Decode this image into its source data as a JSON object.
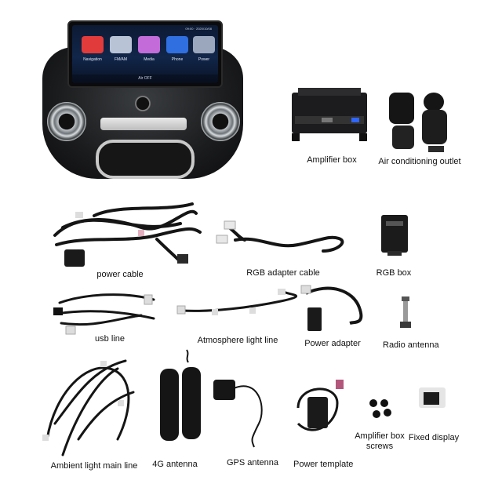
{
  "head_unit": {
    "status_time": "09:00 · 2020/10/08",
    "apps": [
      {
        "label": "Navigation",
        "color": "#e23b3b"
      },
      {
        "label": "FM/AM",
        "color": "#b8c3d6"
      },
      {
        "label": "Media",
        "color": "#c36bd9"
      },
      {
        "label": "Phone",
        "color": "#2f6fe0"
      },
      {
        "label": "Power",
        "color": "#9aa7bd"
      }
    ],
    "bottom_text": "Air OFF"
  },
  "items": {
    "amplifier_box": "Amplifier box",
    "air_outlet": "Air conditioning outlet",
    "power_cable": "power cable",
    "rgb_adapter_cable": "RGB adapter cable",
    "rgb_box": "RGB box",
    "usb_line": "usb line",
    "atmosphere_light_line": "Atmosphere light line",
    "power_adapter": "Power adapter",
    "radio_antenna": "Radio antenna",
    "ambient_light_main_line": "Ambient light main line",
    "antenna_4g": "4G antenna",
    "gps_antenna": "GPS antenna",
    "power_template": "Power template",
    "amplifier_screws": "Amplifier box screws",
    "fixed_display": "Fixed display"
  }
}
